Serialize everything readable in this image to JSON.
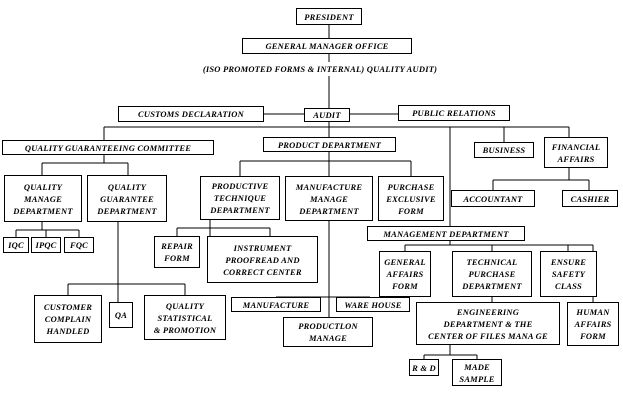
{
  "colors": {
    "line": "#000000",
    "box_border": "#000000",
    "background": "#ffffff"
  },
  "nodes": {
    "president": "PRESIDENT",
    "general_manager_office": "GENERAL MANAGER  OFFICE",
    "iso_quality_audit": "(ISO PROMOTED  FORMS & INTERNAL) QUALITY AUDIT)",
    "customs_declaration": "CUSTOMS DECLARATION",
    "audit": "AUDIT",
    "public_relations": "PUBLIC  RELATIONS",
    "quality_guaranteeing_committee": "QUALITY GUARANTEEING  COMMITTEE",
    "product_department": "PRODUCT DEPARTMENT",
    "business": "BUSINESS",
    "financial_affairs": "FINANCIAL\nAFFAIRS",
    "quality_manage_department": "QUALITY\nMANAGE\nDEPARTMENT",
    "quality_guarantee_department": "QUALITY\nGUARANTEE\nDEPARTMENT",
    "productive_technique_department": "PRODUCTIVE\nTECHNIQUE\nDEPARTMENT",
    "manufacture_manage_department": "MANUFACTURE\nMANAGE\nDEPARTMENT",
    "purchase_exclusive_form": "PURCHASE\nEXCLUSIVE\nFORM",
    "accountant": "ACCOUNTANT",
    "cashier": "CASHIER",
    "iqc": "IQC",
    "ipqc": "IPQC",
    "fqc": "FQC",
    "repair_form": "REPAIR\nFORM",
    "instrument_proofread": "INSTRUMENT\nPROOFREAD  AND\nCORRECT CENTER",
    "management_department": "MANAGEMENT DEPARTMENT",
    "general_affairs_form": "GENERAL\nAFFAIRS\nFORM",
    "technical_purchase_department": "TECHNICAL\nPURCHASE\nDEPARTMENT",
    "ensure_safety_class": "ENSURE\nSAFETY\nCLASS",
    "customer_complain_handled": "CUSTOMER\nCOMPLAIN\nHANDLED",
    "qa": "QA",
    "quality_statistical_promotion": "QUALITY\nSTATISTICAL\n& PROMOTION",
    "manufacture": "MANUFACTURE",
    "ware_house": "WARE HOUSE",
    "production_manage": "PRODUCTLON\nMANAGE",
    "engineering_department": "ENGINEERING\nDEPARTMENT & THE\nCENTER OF FILES MANA GE",
    "human_affairs_form": "HUMAN\nAFFAIRS\nFORM",
    "r_and_d": "R & D",
    "made_sample": "MADE\nSAMPLE"
  }
}
